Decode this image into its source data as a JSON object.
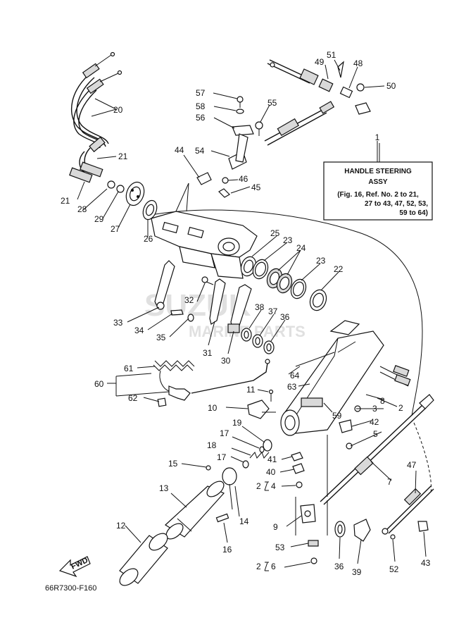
{
  "title_box": {
    "ref": "1",
    "line1": "HANDLE STEERING",
    "line2": "ASSY",
    "line3": "(Fig. 16, Ref. No. 2 to 21,",
    "line4": "27 to 43, 47, 52, 53,",
    "line5": "59 to 64)"
  },
  "diagram_code": "66R7300-F160",
  "fwd_label": "FWD",
  "watermark": {
    "line1": "SUZUK",
    "line2": "MARINE PARTS"
  },
  "callouts": {
    "c2a": "2",
    "c2b": "2",
    "c2c": "2",
    "c3": "3",
    "c4": "4",
    "c5": "5",
    "c6": "6",
    "c7": "7",
    "c8": "8",
    "c9": "9",
    "c10": "10",
    "c11": "11",
    "c12": "12",
    "c13": "13",
    "c14": "14",
    "c15": "15",
    "c16": "16",
    "c17a": "17",
    "c17b": "17",
    "c18": "18",
    "c19": "19",
    "c20": "20",
    "c21a": "21",
    "c21b": "21",
    "c22": "22",
    "c23a": "23",
    "c23b": "23",
    "c24": "24",
    "c25": "25",
    "c26": "26",
    "c27": "27",
    "c28": "28",
    "c29": "29",
    "c30": "30",
    "c31": "31",
    "c32": "32",
    "c33": "33",
    "c34": "34",
    "c35": "35",
    "c36a": "36",
    "c36b": "36",
    "c37": "37",
    "c38": "38",
    "c39": "39",
    "c40": "40",
    "c41": "41",
    "c42": "42",
    "c43": "43",
    "c44": "44",
    "c45": "45",
    "c46": "46",
    "c47": "47",
    "c48": "48",
    "c49": "49",
    "c50": "50",
    "c51": "51",
    "c52": "52",
    "c53": "53",
    "c54": "54",
    "c55": "55",
    "c56": "56",
    "c57": "57",
    "c58": "58",
    "c59": "59",
    "c60": "60",
    "c61": "61",
    "c62": "62",
    "c63": "63",
    "c64": "64"
  }
}
